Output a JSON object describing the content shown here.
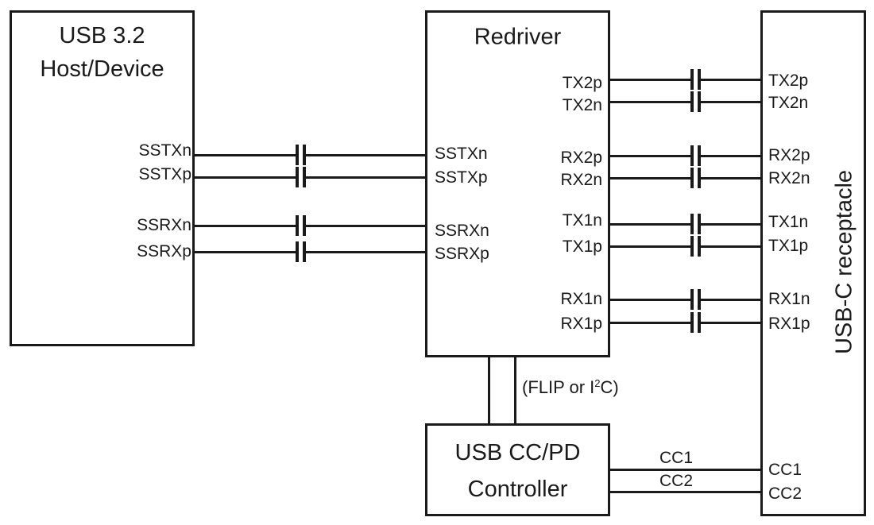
{
  "host": {
    "title1": "USB 3.2",
    "title2": "Host/Device",
    "pins": {
      "sstxn": "SSTXn",
      "sstxp": "SSTXp",
      "ssrxn": "SSRXn",
      "ssrxp": "SSRXp"
    }
  },
  "redriver": {
    "title": "Redriver",
    "left_pins": {
      "sstxn": "SSTXn",
      "sstxp": "SSTXp",
      "ssrxn": "SSRXn",
      "ssrxp": "SSRXp"
    },
    "right_pins": {
      "tx2p": "TX2p",
      "tx2n": "TX2n",
      "rx2p": "RX2p",
      "rx2n": "RX2n",
      "tx1n": "TX1n",
      "tx1p": "TX1p",
      "rx1n": "RX1n",
      "rx1p": "RX1p"
    }
  },
  "controller": {
    "title1": "USB CC/PD",
    "title2": "Controller"
  },
  "receptacle": {
    "title": "USB-C receptacle",
    "pins": {
      "tx2p": "TX2p",
      "tx2n": "TX2n",
      "rx2p": "RX2p",
      "rx2n": "RX2n",
      "tx1n": "TX1n",
      "tx1p": "TX1p",
      "rx1n": "RX1n",
      "rx1p": "RX1p",
      "cc1": "CC1",
      "cc2": "CC2"
    }
  },
  "cc_bus": {
    "cc1": "CC1",
    "cc2": "CC2"
  },
  "flip_note": {
    "pre": "(FLIP or I",
    "sup": "2",
    "post": "C)"
  },
  "colors": {
    "line": "#1a1a1a",
    "background": "#ffffff"
  }
}
